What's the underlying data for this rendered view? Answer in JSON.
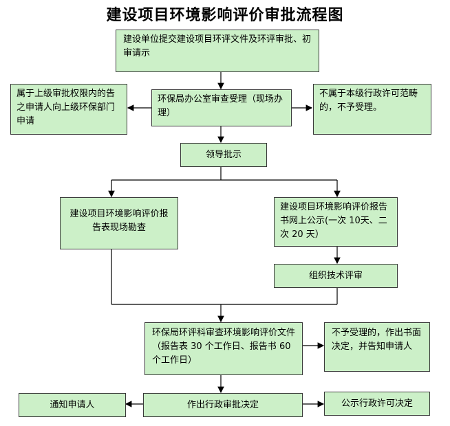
{
  "title": "建设项目环境影响评价审批流程图",
  "boxes": {
    "submit": "建设单位提交建设项目环评文件及环评审批、初审请示",
    "accept": "环保局办公室审查受理（现场办理）",
    "upper": "属于上级审批权限内的告之申请人向上级环保部门申请",
    "reject": "不属于本级行政许可范畴的，不予受理。",
    "leader": "领导批示",
    "survey": "建设项目环境影响评价报告表现场勘查",
    "publicity": "建设项目环境影响评价报告书网上公示(一次 10天、二次 20 天）",
    "tech_review": "组织技术评审",
    "review": "环保局环评科审查环境影响评价文件（报告表 30 个工作日、报告书 60 个工作日）",
    "review_reject": "不予受理的，作出书面决定，并告知申请人",
    "decision": "作出行政审批决定",
    "notify": "通知申请人",
    "publish": "公示行政许可决定"
  }
}
